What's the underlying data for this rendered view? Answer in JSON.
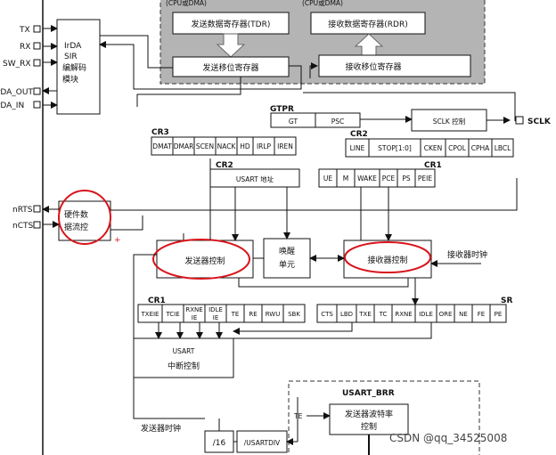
{
  "pins": {
    "tx": "TX",
    "rx": "RX",
    "sw_rx": "SW_RX",
    "irda_out": "IrDA_OUT",
    "irda_in": "IrDA_IN",
    "nrts": "nRTS",
    "ncts": "nCTS",
    "sclk": "SCLK"
  },
  "irda": {
    "line1": "IrDA",
    "line2": "SIR",
    "line3": "编解码",
    "line4": "模块"
  },
  "data_region": {
    "cpu_dma_left": "(CPU或DMA)",
    "cpu_dma_right": "(CPU或DMA)",
    "tdr": "发送数据寄存器(TDR)",
    "rdr": "接收数据寄存器(RDR)",
    "tx_shift": "发送移位寄存器",
    "rx_shift": "接收移位寄存器"
  },
  "gtpr": {
    "title": "GTPR",
    "gt": "GT",
    "psc": "PSC"
  },
  "sclk_ctrl": "SCLK 控制",
  "cr3": {
    "title": "CR3",
    "bits": [
      "DMAT",
      "DMAR",
      "SCEN",
      "NACK",
      "HD",
      "IRLP",
      "IREN"
    ]
  },
  "cr2_top": {
    "title": "CR2",
    "bits": [
      "LINE",
      "STOP[1:0]",
      "CKEN",
      "CPOL",
      "CPHA",
      "LBCL"
    ]
  },
  "cr2_addr": {
    "title": "CR2",
    "label": "USART 地址"
  },
  "cr1_top": {
    "title": "CR1",
    "bits": [
      "UE",
      "M",
      "WAKE",
      "PCE",
      "PS",
      "PEIE"
    ]
  },
  "hw_flow": {
    "line1": "硬件数",
    "line2": "据流控"
  },
  "plus_mark": "+",
  "tx_ctrl": "发送器控制",
  "wake": {
    "line1": "唤醒",
    "line2": "单元"
  },
  "rx_ctrl": "接收器控制",
  "rx_clock": "接收器时钟",
  "cr1_bottom": {
    "title": "CR1",
    "bits": [
      "TXEIE",
      "TCIE",
      "RXNE IE",
      "IDLE IE",
      "TE",
      "RE",
      "RWU",
      "SBK"
    ]
  },
  "sr": {
    "title": "SR",
    "bits": [
      "CTS",
      "LBD",
      "TXE",
      "TC",
      "RXNE",
      "IDLE",
      "ORE",
      "NE",
      "FE",
      "PE"
    ]
  },
  "usart_irq": {
    "line1": "USART",
    "line2": "中断控制"
  },
  "brr": {
    "title": "USART_BRR",
    "te": "TE",
    "baud1": "发送器波特率",
    "baud2": "控制"
  },
  "tx_clock": "发送器时钟",
  "div16": "/16",
  "usartdiv": "/USARTDIV",
  "watermark": "CSDN @qq_34525008",
  "colors": {
    "gray_region": "#b4b4b4",
    "annotation_red": "#d8141c",
    "line": "#111111"
  }
}
